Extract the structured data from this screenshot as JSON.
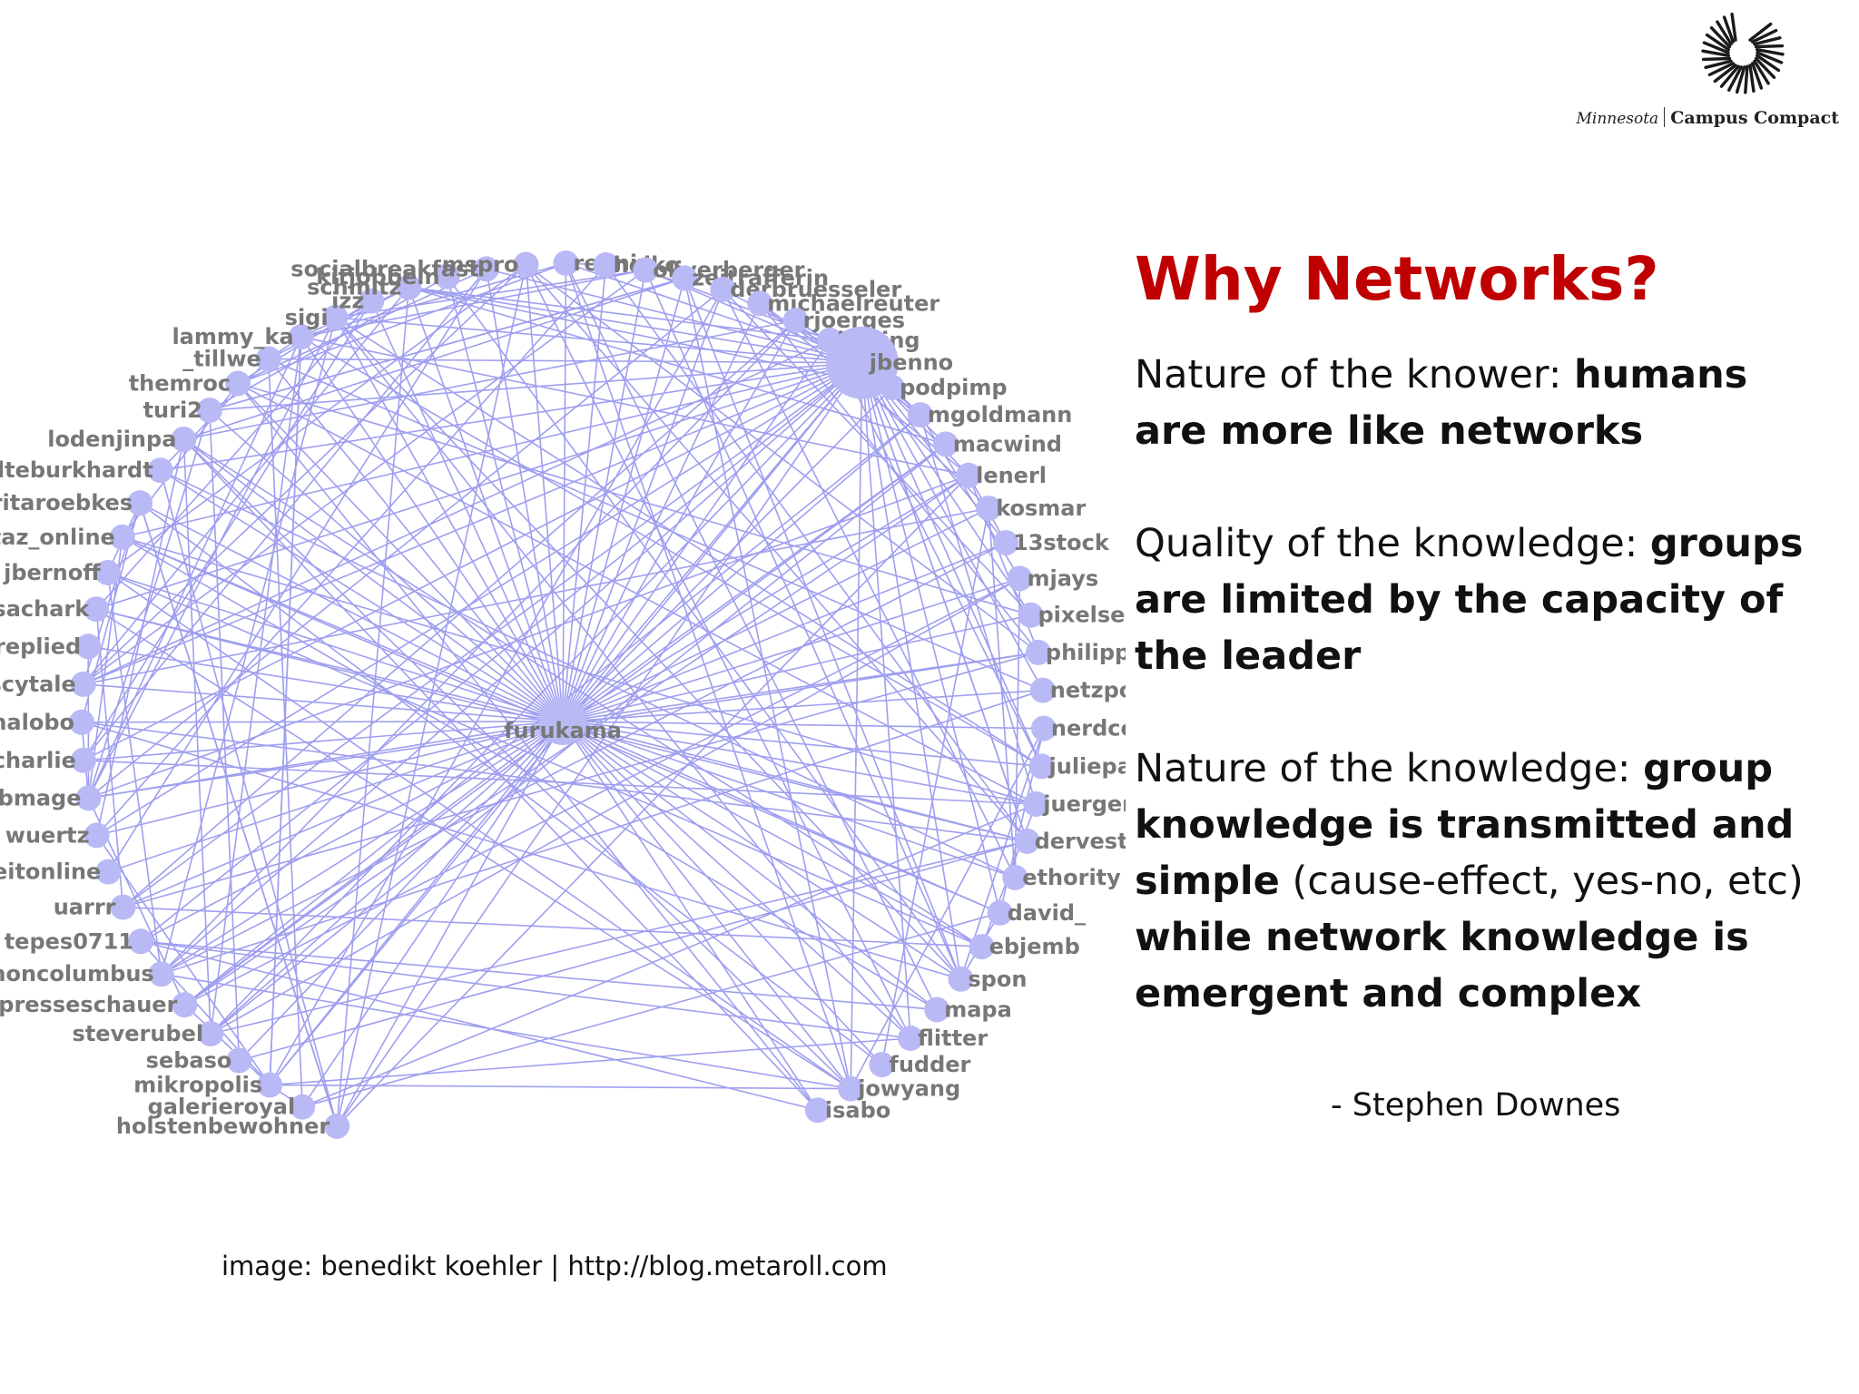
{
  "logo": {
    "state": "Minnesota",
    "org": "Campus Compact",
    "icon": "sunburst-c-icon"
  },
  "title": "Why Networks?",
  "paragraphs": [
    {
      "plain": "Nature of the knower: ",
      "bold": "humans are more like networks"
    },
    {
      "plain": "Quality of the knowledge: ",
      "bold": "groups are limited by the capacity of the leader"
    },
    {
      "plain": "Nature of the knowledge: ",
      "bold": "group knowledge is transmitted and simple",
      "plain2": " (cause-effect, yes-no, etc) ",
      "bold2": "while network knowledge is emergent and complex"
    }
  ],
  "attribution": "- Stephen Downes",
  "credit": "image: benedikt koehler | http://blog.metaroll.com",
  "network": {
    "edge_color": "#9f9ff0",
    "node_color": "#b9b9f5",
    "center_label": "furukama",
    "hub_label": "jbenno",
    "nodes": [
      "holstenbewohner",
      "galerieroyal",
      "mikropolis",
      "sebaso",
      "steverubel",
      "presseschauer",
      "simoncolumbus",
      "tepes0711",
      "uarrr",
      "zeitonline",
      "wuertz",
      "webmage",
      "sommercharlie",
      "saschalobo",
      "scytale",
      "replied",
      "sachark",
      "jbernoff",
      "taz_online",
      "maritaroebkes",
      "malteburkhardt",
      "lodenjinpa",
      "turi2",
      "themroc",
      "_tillwe",
      "lammy_ka",
      "sigi",
      "izz",
      "schmitz",
      "kitjobbeln",
      "socialbreakfast",
      "mspro",
      "rednix",
      "heiko",
      "oliverberger",
      "zeitrafferin",
      "derbruesseler",
      "michaelreuter",
      "rjoerges",
      "having",
      "jbenno",
      "podpimp",
      "mgoldmann",
      "macwind",
      "lenerl",
      "kosmar",
      "13stock",
      "mjays",
      "pixelsebi",
      "philipp",
      "netzpolitik",
      "nerdcoreblog",
      "julieparadise",
      "juergenmessing",
      "dervester",
      "ethority",
      "david_",
      "ebjemb",
      "spon",
      "mapa",
      "flitter",
      "fudder",
      "jowyang",
      "isabo"
    ]
  }
}
